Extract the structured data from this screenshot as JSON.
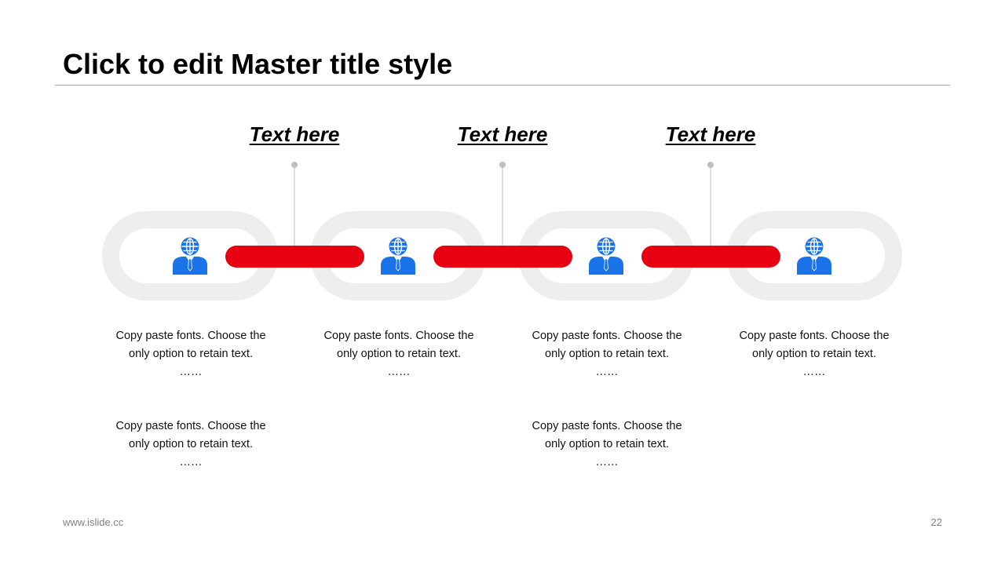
{
  "slide": {
    "title": "Click to edit Master title style",
    "footer_url": "www.islide.cc",
    "page_number": "22"
  },
  "callouts": [
    {
      "label": "Text here"
    },
    {
      "label": "Text here"
    },
    {
      "label": "Text here"
    }
  ],
  "descriptions_row1": [
    {
      "line1": "Copy paste fonts. Choose the",
      "line2": "only option to retain text.",
      "line3": "……"
    },
    {
      "line1": "Copy paste fonts. Choose the",
      "line2": "only option to retain text.",
      "line3": "……"
    },
    {
      "line1": "Copy paste fonts. Choose the",
      "line2": "only option to retain text.",
      "line3": "……"
    },
    {
      "line1": "Copy paste fonts. Choose the",
      "line2": "only option to retain text.",
      "line3": "……"
    }
  ],
  "descriptions_row2": [
    {
      "line1": "Copy paste fonts. Choose the",
      "line2": "only option to retain text.",
      "line3": "……"
    },
    {
      "line1": "Copy paste fonts. Choose the",
      "line2": "only option to retain text.",
      "line3": "……"
    }
  ],
  "icons": [
    "businessman-globe-icon",
    "businessman-globe-icon",
    "businessman-globe-icon",
    "businessman-globe-icon"
  ],
  "colors": {
    "accent_red": "#e60012",
    "icon_blue": "#1a73e8",
    "chain_gray": "#eeeeee",
    "connector_gray": "#bfbfbf"
  }
}
